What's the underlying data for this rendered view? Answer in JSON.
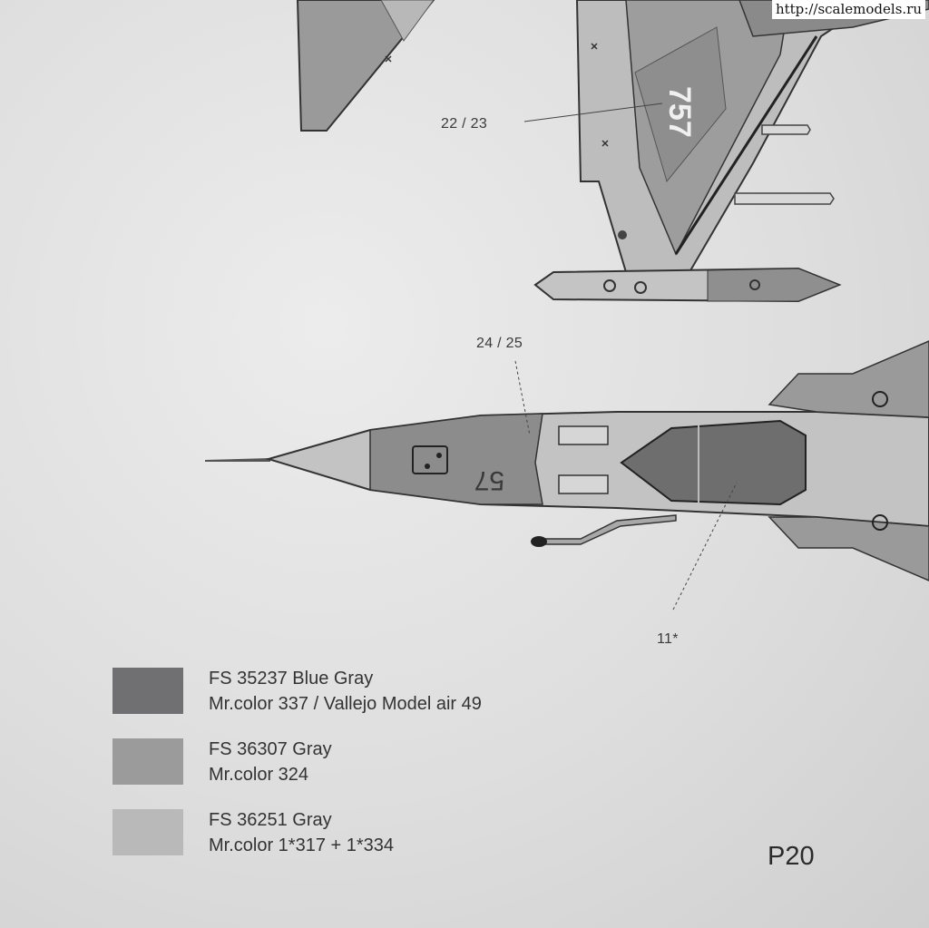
{
  "watermark": "http://scalemodels.ru",
  "callouts": {
    "c1": "22 / 23",
    "c2": "24 / 25",
    "c3": "11*"
  },
  "aircraft_markings": {
    "side_number": "757",
    "nose_number": "57"
  },
  "legend": [
    {
      "fs": "FS 35237 Blue Gray",
      "ref": "Mr.color 337 / Vallejo Model air 49",
      "color": "#707072"
    },
    {
      "fs": "FS 36307 Gray",
      "ref": "Mr.color 324",
      "color": "#9b9b9b"
    },
    {
      "fs": "FS 36251 Gray",
      "ref": "Mr.color 1*317 + 1*334",
      "color": "#b9b9b9"
    }
  ],
  "page_number": "P20"
}
